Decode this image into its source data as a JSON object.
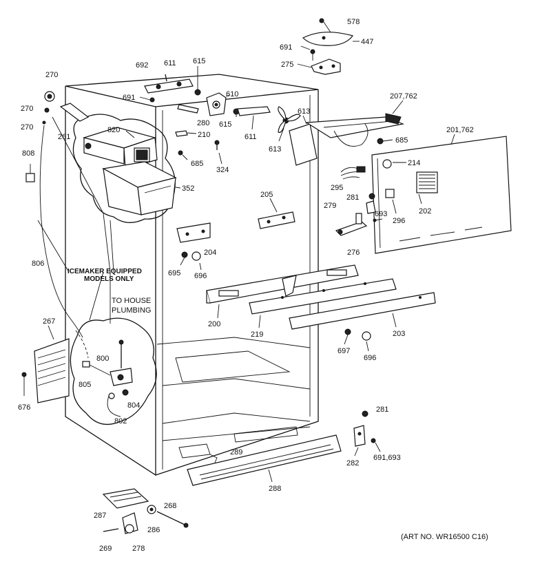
{
  "parts": [
    {
      "id": "p578",
      "text": "578"
    },
    {
      "id": "p447",
      "text": "447"
    },
    {
      "id": "p691a",
      "text": "691"
    },
    {
      "id": "p275",
      "text": "275"
    },
    {
      "id": "p207",
      "text": "207,762"
    },
    {
      "id": "p201",
      "text": "201,762"
    },
    {
      "id": "p685a",
      "text": "685"
    },
    {
      "id": "p214",
      "text": "214"
    },
    {
      "id": "p295",
      "text": "295"
    },
    {
      "id": "p281a",
      "text": "281"
    },
    {
      "id": "p279",
      "text": "279"
    },
    {
      "id": "p693",
      "text": "693"
    },
    {
      "id": "p296",
      "text": "296"
    },
    {
      "id": "p202",
      "text": "202"
    },
    {
      "id": "p276",
      "text": "276"
    },
    {
      "id": "p613a",
      "text": "613"
    },
    {
      "id": "p613b",
      "text": "613"
    },
    {
      "id": "p611a",
      "text": "611"
    },
    {
      "id": "p615a",
      "text": "615"
    },
    {
      "id": "p610",
      "text": "610"
    },
    {
      "id": "p615b",
      "text": "615"
    },
    {
      "id": "p692",
      "text": "692"
    },
    {
      "id": "p611b",
      "text": "611"
    },
    {
      "id": "p691b",
      "text": "691"
    },
    {
      "id": "p280",
      "text": "280"
    },
    {
      "id": "p210",
      "text": "210"
    },
    {
      "id": "p685b",
      "text": "685"
    },
    {
      "id": "p324",
      "text": "324"
    },
    {
      "id": "p270a",
      "text": "270"
    },
    {
      "id": "p270b",
      "text": "270"
    },
    {
      "id": "p270c",
      "text": "270"
    },
    {
      "id": "p261",
      "text": "261"
    },
    {
      "id": "p820",
      "text": "820"
    },
    {
      "id": "p808",
      "text": "808"
    },
    {
      "id": "p352",
      "text": "352"
    },
    {
      "id": "p205",
      "text": "205"
    },
    {
      "id": "p204",
      "text": "204"
    },
    {
      "id": "p695",
      "text": "695"
    },
    {
      "id": "p696a",
      "text": "696"
    },
    {
      "id": "p806",
      "text": "806"
    },
    {
      "id": "p200",
      "text": "200"
    },
    {
      "id": "p219",
      "text": "219"
    },
    {
      "id": "p203",
      "text": "203"
    },
    {
      "id": "p697",
      "text": "697"
    },
    {
      "id": "p696b",
      "text": "696"
    },
    {
      "id": "p267",
      "text": "267"
    },
    {
      "id": "p800",
      "text": "800"
    },
    {
      "id": "p805",
      "text": "805"
    },
    {
      "id": "p804",
      "text": "804"
    },
    {
      "id": "p802",
      "text": "802"
    },
    {
      "id": "p676",
      "text": "676"
    },
    {
      "id": "p281b",
      "text": "281"
    },
    {
      "id": "p282",
      "text": "282"
    },
    {
      "id": "p691c",
      "text": "691,693"
    },
    {
      "id": "p289",
      "text": "289"
    },
    {
      "id": "p288",
      "text": "288"
    },
    {
      "id": "p287",
      "text": "287"
    },
    {
      "id": "p268",
      "text": "268"
    },
    {
      "id": "p286",
      "text": "286"
    },
    {
      "id": "p269",
      "text": "269"
    },
    {
      "id": "p278",
      "text": "278"
    }
  ],
  "notes": {
    "icemaker_line1": "ICEMAKER EQUIPPED",
    "icemaker_line2": "MODELS ONLY",
    "plumbing_line1": "TO HOUSE",
    "plumbing_line2": "PLUMBING",
    "art_no": "(ART NO. WR16500 C16)"
  }
}
